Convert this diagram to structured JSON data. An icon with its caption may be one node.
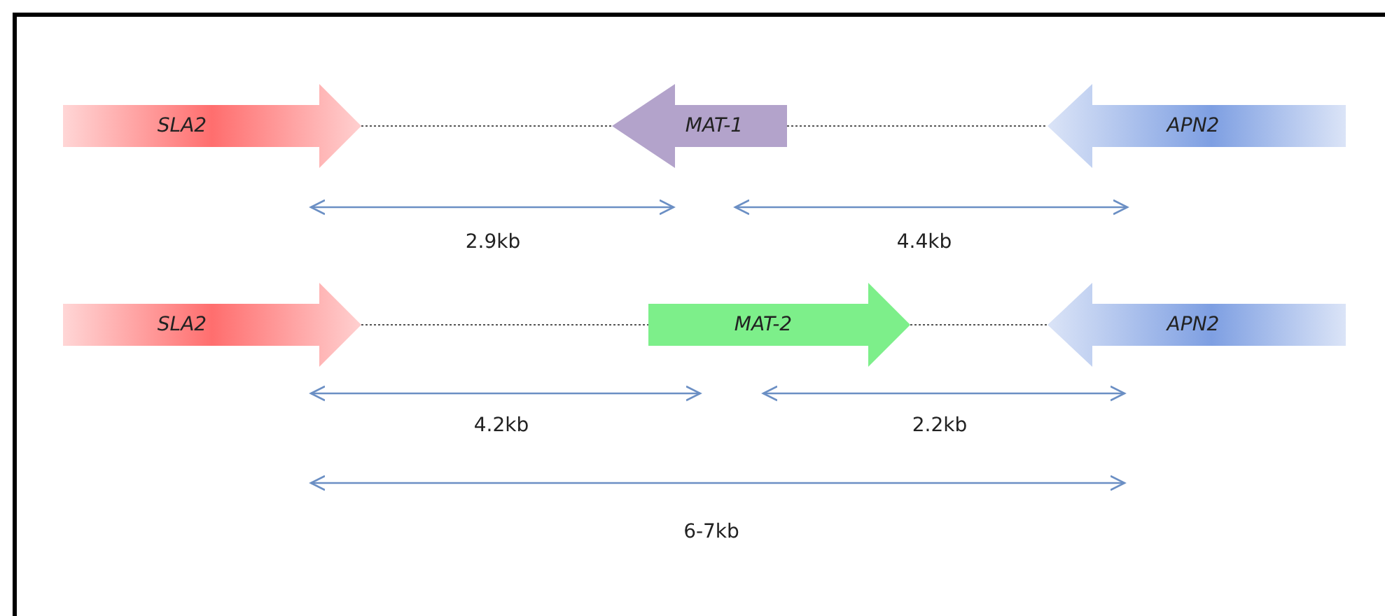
{
  "diagram": {
    "nodes": [
      {
        "text": [
          "SLA2"
        ]
      },
      {
        "text": [
          "MAT-1"
        ]
      },
      {
        "text": [
          "APN2"
        ]
      },
      {
        "text": [
          "SLA2"
        ]
      },
      {
        "text": [
          "MAT-2"
        ]
      },
      {
        "text": [
          "APN2"
        ]
      }
    ],
    "edges": [
      {
        "from": 0,
        "to": 1,
        "arrow": "none",
        "style": "dashed"
      },
      {
        "from": 1,
        "to": 2,
        "arrow": "none",
        "style": "dashed"
      },
      {
        "from": 3,
        "to": 4,
        "arrow": "none",
        "style": "dashed"
      },
      {
        "from": 4,
        "to": 5,
        "arrow": "none",
        "style": "dashed"
      }
    ],
    "labels": [
      "2.9kb",
      "4.4kb",
      "4.2kb",
      "2.2kb",
      "6-7kb"
    ]
  }
}
